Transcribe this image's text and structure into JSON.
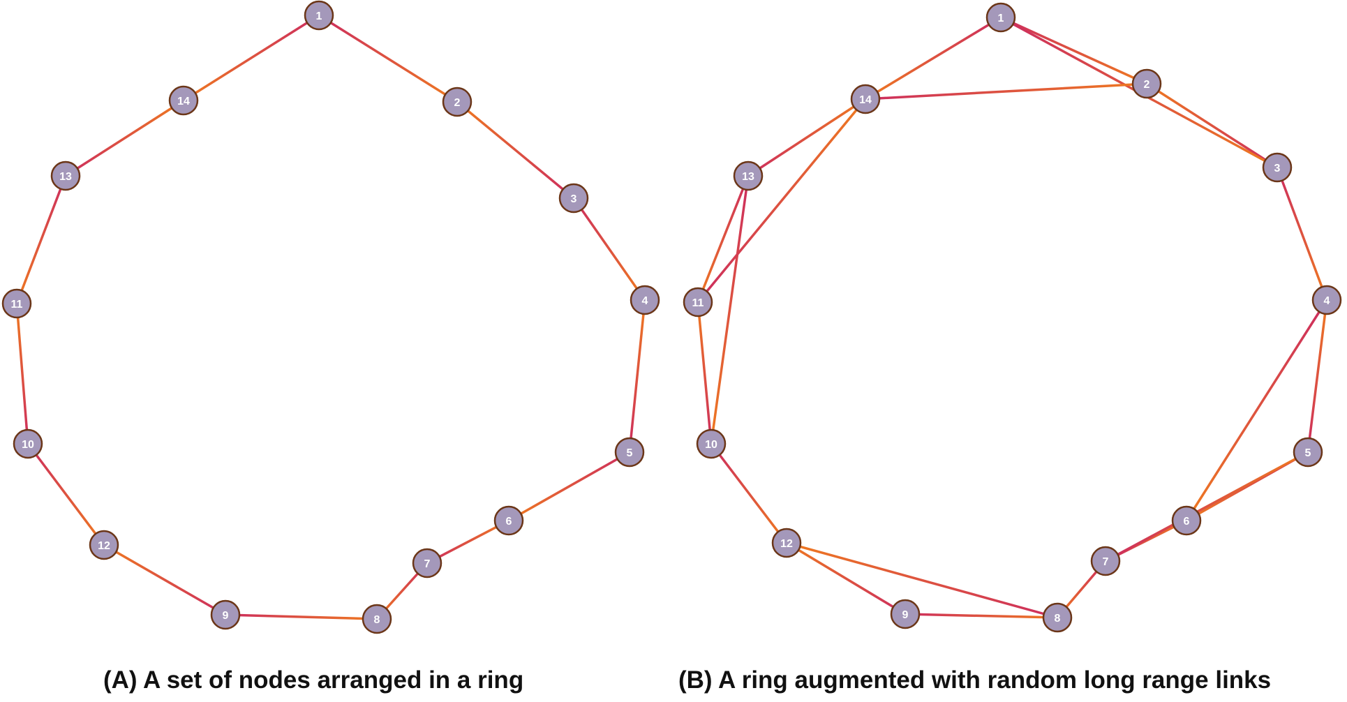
{
  "colors": {
    "edge_a": "#ef7a1f",
    "edge_b": "#cc2c5f",
    "node_fill": "#a498ba",
    "node_stroke": "#6b3618",
    "node_text": "#ffffff"
  },
  "panels": [
    {
      "id": "A",
      "caption": "(A) A set of nodes arranged in a ring",
      "nodes": [
        "1",
        "2",
        "3",
        "4",
        "5",
        "6",
        "7",
        "8",
        "9",
        "10",
        "11",
        "12",
        "13",
        "14"
      ],
      "edges": [
        [
          "1",
          "2"
        ],
        [
          "2",
          "3"
        ],
        [
          "3",
          "4"
        ],
        [
          "4",
          "5"
        ],
        [
          "5",
          "6"
        ],
        [
          "6",
          "7"
        ],
        [
          "7",
          "8"
        ],
        [
          "8",
          "9"
        ],
        [
          "9",
          "12"
        ],
        [
          "12",
          "10"
        ],
        [
          "10",
          "11"
        ],
        [
          "11",
          "13"
        ],
        [
          "13",
          "14"
        ],
        [
          "14",
          "1"
        ]
      ]
    },
    {
      "id": "B",
      "caption": "(B) A ring augmented with random long range links",
      "nodes": [
        "1",
        "2",
        "3",
        "4",
        "5",
        "6",
        "7",
        "8",
        "9",
        "10",
        "11",
        "12",
        "13",
        "14"
      ],
      "edges": [
        [
          "1",
          "2"
        ],
        [
          "2",
          "3"
        ],
        [
          "3",
          "4"
        ],
        [
          "4",
          "5"
        ],
        [
          "5",
          "6"
        ],
        [
          "6",
          "7"
        ],
        [
          "7",
          "8"
        ],
        [
          "8",
          "9"
        ],
        [
          "9",
          "12"
        ],
        [
          "12",
          "10"
        ],
        [
          "10",
          "11"
        ],
        [
          "11",
          "13"
        ],
        [
          "13",
          "14"
        ],
        [
          "14",
          "1"
        ],
        [
          "1",
          "3"
        ],
        [
          "2",
          "14"
        ],
        [
          "4",
          "6"
        ],
        [
          "5",
          "7"
        ],
        [
          "13",
          "10"
        ],
        [
          "14",
          "11"
        ],
        [
          "8",
          "12"
        ]
      ]
    }
  ]
}
